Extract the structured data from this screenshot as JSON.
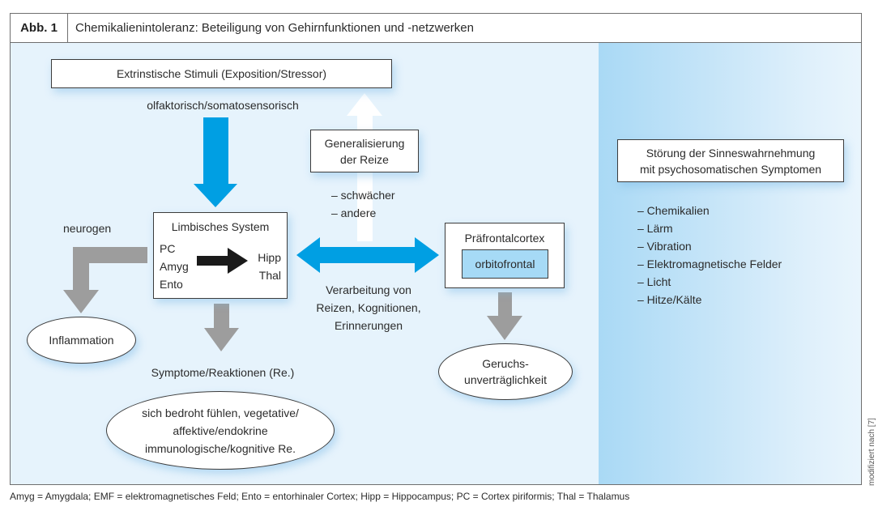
{
  "figure": {
    "label": "Abb. 1",
    "title": "Chemikalienintoleranz: Beteiligung von Gehirnfunktionen und -netzwerken"
  },
  "colors": {
    "panel_background": "#e6f3fc",
    "right_panel_blue": "#a9d9f5",
    "arrow_blue": "#009fe3",
    "arrow_gray": "#9d9d9d",
    "arrow_black": "#1a1a1a",
    "arrow_white": "#ffffff",
    "orbitofrontal_fill": "#a6daf6"
  },
  "nodes": {
    "stimuli": "Extrinstische Stimuli (Exposition/Stressor)",
    "stimuli_sublabel": "olfaktorisch/somatosensorisch",
    "generalization_line1": "Generalisierung",
    "generalization_line2": "der Reize",
    "generalization_items": [
      "– schwächer",
      "– andere"
    ],
    "limbic_title": "Limbisches System",
    "limbic_inputs": [
      "PC",
      "Amyg",
      "Ento"
    ],
    "limbic_outputs": [
      "Hipp",
      "Thal"
    ],
    "neurogen": "neurogen",
    "inflammation": "Inflammation",
    "processing_lines": [
      "Verarbeitung von",
      "Reizen, Kognitionen,",
      "Erinnerungen"
    ],
    "prefrontal_title": "Präfrontalcortex",
    "orbitofrontal": "orbitofrontal",
    "odor_intolerance_lines": [
      "Geruchs-",
      "unverträglichkeit"
    ],
    "symptoms_label": "Symptome/Reaktionen (Re.)",
    "reactions_lines": [
      "sich bedroht fühlen, vegetative/",
      "affektive/endokrine",
      "immunologische/kognitive Re."
    ]
  },
  "right_panel": {
    "title_line1": "Störung der Sinneswahrnehmung",
    "title_line2": "mit psychosomatischen Symptomen",
    "items": [
      "– Chemikalien",
      "– Lärm",
      "– Vibration",
      "– Elektromagnetische Felder",
      "– Licht",
      "– Hitze/Kälte"
    ]
  },
  "footnote": "Amyg = Amygdala; EMF = elektromagnetisches Feld; Ento = entorhinaler Cortex; Hipp = Hippocampus; PC = Cortex piriformis; Thal = Thalamus",
  "source_note": "modifiziert nach [7]"
}
